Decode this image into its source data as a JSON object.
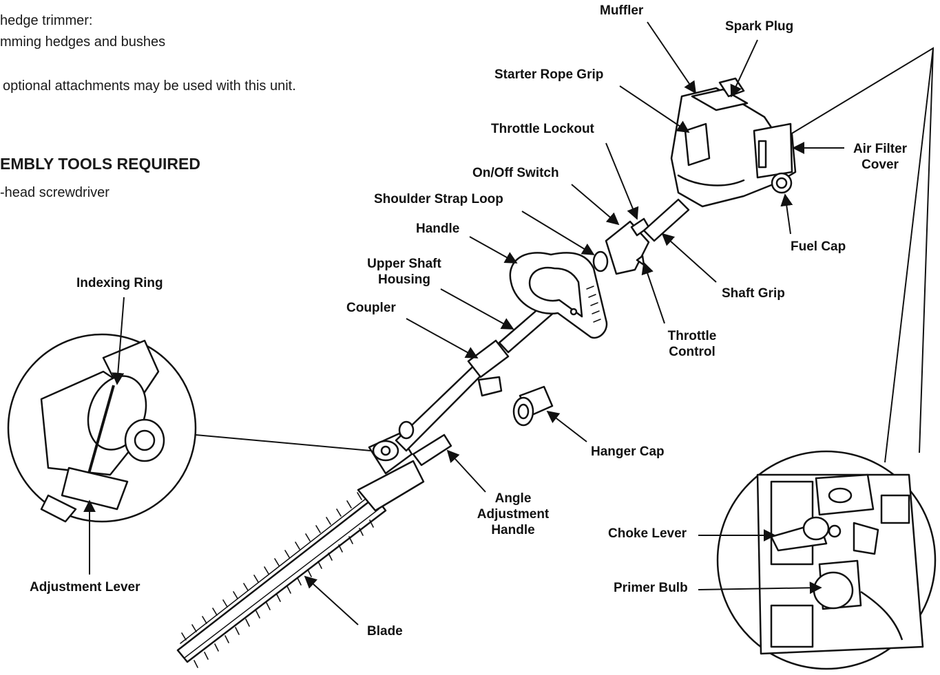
{
  "intro": {
    "line1": "hedge trimmer:",
    "line2": "mming hedges and bushes",
    "line3": "optional attachments may be used with this unit."
  },
  "tools": {
    "heading": "EMBLY TOOLS REQUIRED",
    "item": "-head screwdriver"
  },
  "labels": {
    "muffler": "Muffler",
    "spark_plug": "Spark Plug",
    "starter_rope_grip": "Starter Rope Grip",
    "throttle_lockout": "Throttle Lockout",
    "on_off_switch": "On/Off Switch",
    "shoulder_strap_loop": "Shoulder Strap Loop",
    "handle": "Handle",
    "upper_shaft_housing": [
      "Upper Shaft",
      "Housing"
    ],
    "coupler": "Coupler",
    "indexing_ring": "Indexing Ring",
    "adjustment_lever": "Adjustment Lever",
    "blade": "Blade",
    "angle_adjustment_handle": [
      "Angle",
      "Adjustment",
      "Handle"
    ],
    "hanger_cap": "Hanger Cap",
    "throttle_control": [
      "Throttle",
      "Control"
    ],
    "shaft_grip": "Shaft Grip",
    "fuel_cap": "Fuel Cap",
    "air_filter_cover": [
      "Air Filter",
      "Cover"
    ],
    "choke_lever": "Choke Lever",
    "primer_bulb": "Primer Bulb"
  }
}
